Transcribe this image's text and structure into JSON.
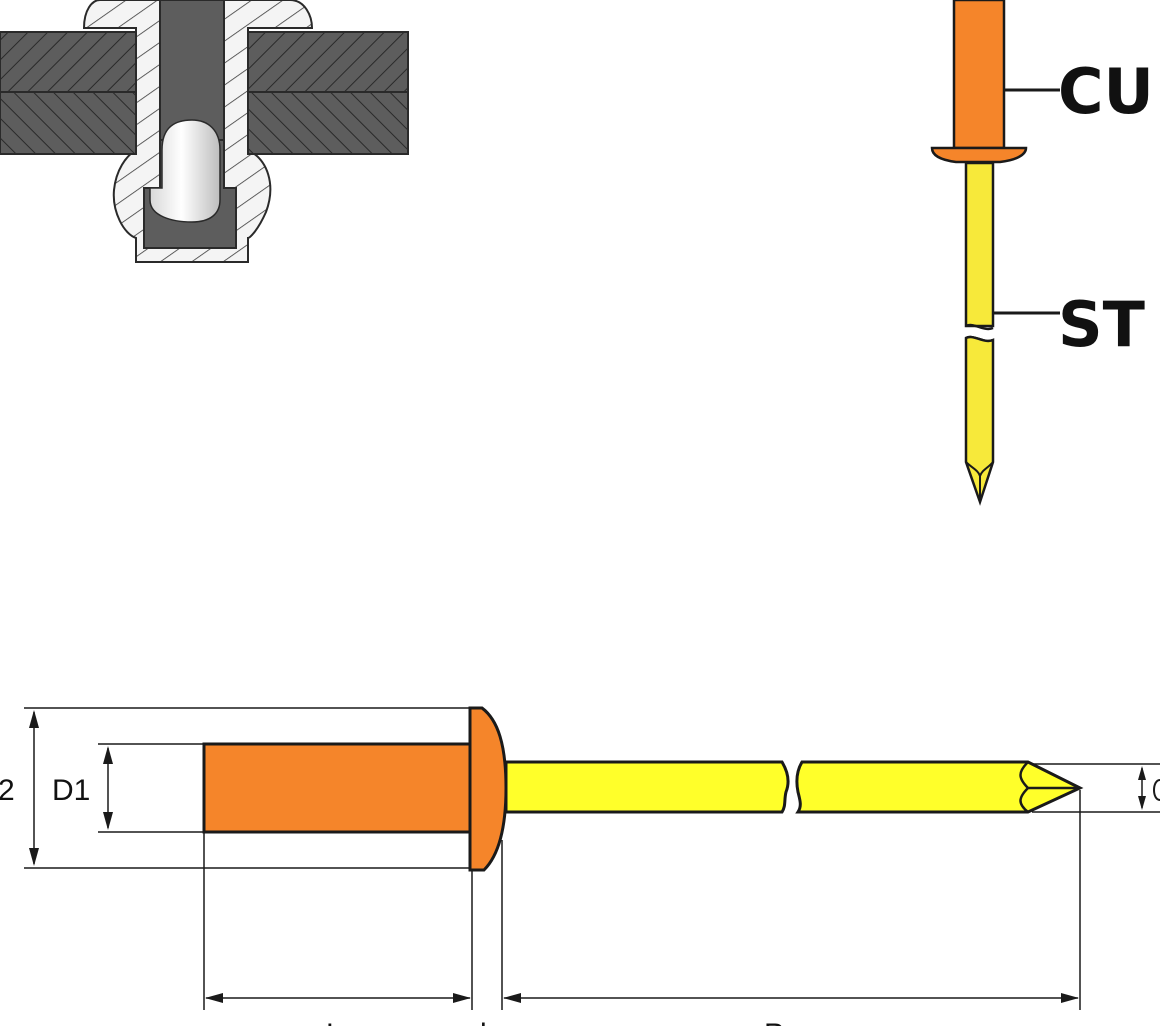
{
  "labels": {
    "material_cu": "CU",
    "material_st": "ST",
    "dim_d2_partial": "2",
    "dim_d1": "D1",
    "dim_l_partial": "L",
    "dim_k_partial": "k",
    "dim_p_partial": "P"
  },
  "colors": {
    "rivet_body": "#f5852a",
    "mandrel": "#f7e93a",
    "mandrel_bright": "#ffff2a",
    "section_dark": "#5d5d5d",
    "section_light": "#f2f2f2",
    "outline": "#1a1a1a"
  }
}
